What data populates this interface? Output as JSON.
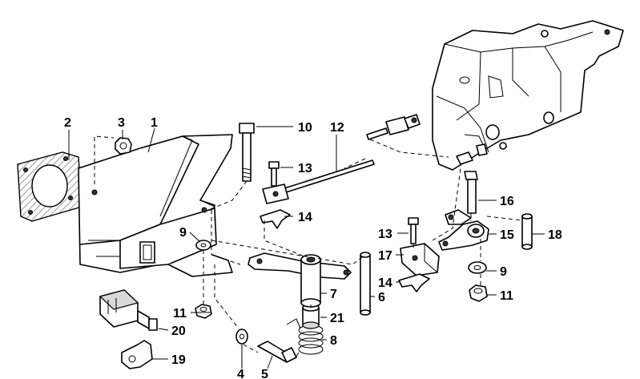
{
  "callouts": [
    {
      "id": "c1",
      "label": "1"
    },
    {
      "id": "c2",
      "label": "2"
    },
    {
      "id": "c3",
      "label": "3"
    },
    {
      "id": "c4",
      "label": "4"
    },
    {
      "id": "c5",
      "label": "5"
    },
    {
      "id": "c6",
      "label": "6"
    },
    {
      "id": "c7",
      "label": "7"
    },
    {
      "id": "c8",
      "label": "8"
    },
    {
      "id": "c9a",
      "label": "9"
    },
    {
      "id": "c9b",
      "label": "9"
    },
    {
      "id": "c10",
      "label": "10"
    },
    {
      "id": "c11a",
      "label": "11"
    },
    {
      "id": "c11b",
      "label": "11"
    },
    {
      "id": "c12",
      "label": "12"
    },
    {
      "id": "c13a",
      "label": "13"
    },
    {
      "id": "c13b",
      "label": "13"
    },
    {
      "id": "c14a",
      "label": "14"
    },
    {
      "id": "c14b",
      "label": "14"
    },
    {
      "id": "c15",
      "label": "15"
    },
    {
      "id": "c16",
      "label": "16"
    },
    {
      "id": "c17",
      "label": "17"
    },
    {
      "id": "c18",
      "label": "18"
    },
    {
      "id": "c19",
      "label": "19"
    },
    {
      "id": "c20",
      "label": "20"
    },
    {
      "id": "c21",
      "label": "21"
    }
  ]
}
